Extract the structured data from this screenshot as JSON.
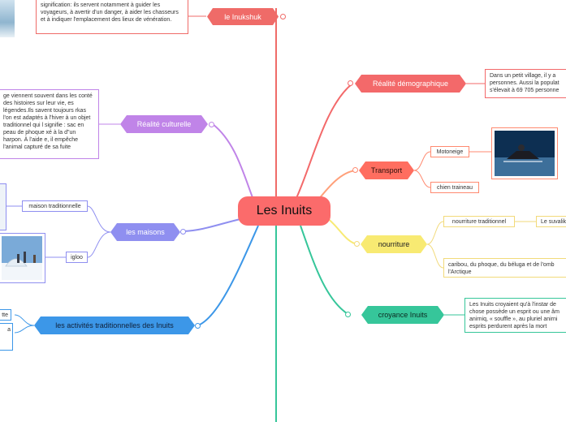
{
  "central": {
    "title": "Les Inuits"
  },
  "branches": {
    "inukshuk": {
      "label": "le Inukshuk",
      "color": "#ef6b68",
      "note": "signification: ils servent notamment à guider les voyageurs, à avertir d'un danger, à aider les chasseurs et à indiquer l'emplacement des lieux de vénération."
    },
    "culturelle": {
      "label": "Réalité culturelle",
      "color": "#c084e8",
      "note": "ge viennent souvent dans les conté des histoires sur leur vie, es légendes.Ils savent toujours rkas l'on est adaptés à l'hiver à un objet traditionnel qui l signifie : sac en peau de phoque xé à la d\"un harpon. À l'aide e, il empêche l'animal capturé de sa fuite"
    },
    "maisons": {
      "label": "les maisons",
      "color": "#8f8ff0",
      "items": [
        "maison traditionnelle",
        "igloo"
      ]
    },
    "activites": {
      "label": "les activités traditionnelles des Inuits",
      "color": "#3c97e8",
      "items": [
        "tte",
        "a"
      ]
    },
    "demographique": {
      "label": "Réalité démographique",
      "color": "#f3696a",
      "note": "Dans un petit village, il y a personnes. Aussi la populat s'élevait à 69 705 personne"
    },
    "transport": {
      "label": "Transport",
      "color": "#ff6e60",
      "items": [
        "Motoneige",
        "chien traineau"
      ]
    },
    "nourriture": {
      "label": "nourriture",
      "color": "#f8ea72",
      "items": [
        "nourriture traditionnel",
        "Le suvalik",
        "caribou, du phoque, du béluga et de l'omb l'Arctique"
      ]
    },
    "croyance": {
      "label": "croyance Inuits",
      "color": "#36c69a",
      "note": "Les Inuits croyaient qu'à l'instar de chose possède un esprit ou une âm anirniq, « souffle », au pluriel anirni esprits perdurent après la mort"
    }
  }
}
